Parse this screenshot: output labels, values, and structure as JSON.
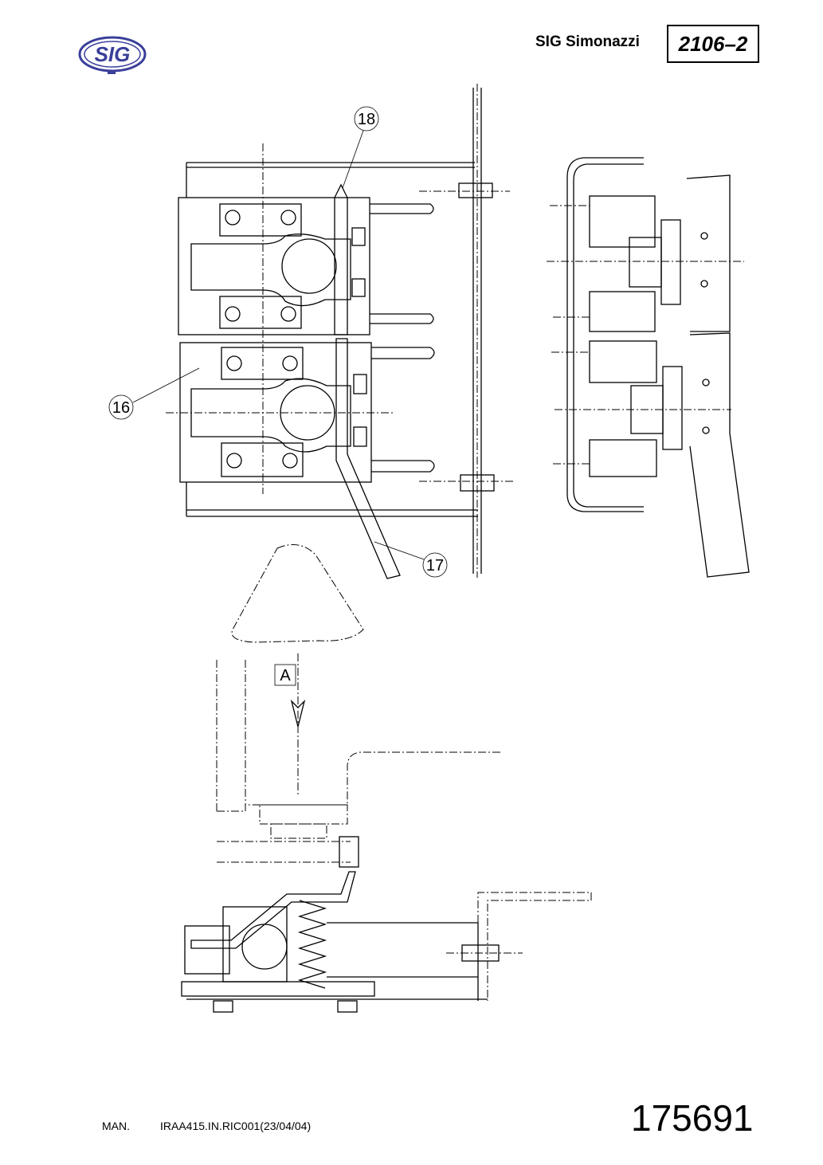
{
  "header": {
    "logo_text": "SIG",
    "company": "SIG Simonazzi",
    "doc_number": "2106–2"
  },
  "callouts": {
    "c16": "16",
    "c17": "17",
    "c18": "18",
    "view_a": "A"
  },
  "footer": {
    "man": "MAN.",
    "reference": "IRAA415.IN.RIC001(23/04/04)",
    "drawing_number": "175691"
  }
}
